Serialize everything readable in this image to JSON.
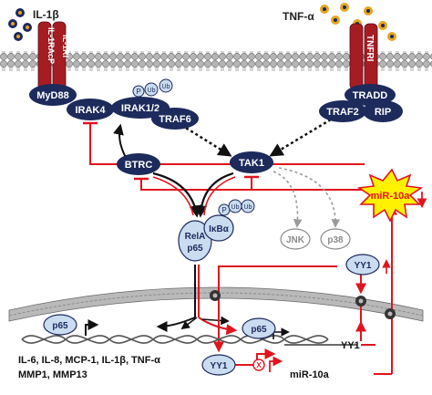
{
  "ligands": {
    "il1b": "IL-1β",
    "tnfa": "TNF-α"
  },
  "receptors": {
    "il1racp": "IL-1RAcP",
    "il1ri": "IL-1RI",
    "tnfri": "TNFRI"
  },
  "nodes": {
    "myd88": "MyD88",
    "irak4": "IRAK4",
    "irak12": "IRAK1/2",
    "traf6": "TRAF6",
    "tradd": "TRADD",
    "traf2": "TRAF2",
    "rip": "RIP",
    "btrc": "BTRC",
    "tak1": "TAK1",
    "mir10a": "miR-10a",
    "rela": "RelA",
    "p65": "p65",
    "ikba": "IκBα",
    "jnk": "JNK",
    "p38": "p38",
    "yy1": "YY1",
    "p_mod": "P",
    "ub_mod": "Ub"
  },
  "nucleus": {
    "p65_left": "p65",
    "p65_right": "p65",
    "yy1_nuc": "YY1",
    "yy1_gene": "YY1",
    "mir_gene": "miR-10a",
    "targets_line1": "IL-6, IL-8, MCP-1, IL-1β, TNF-α",
    "targets_line2": "MMP1, MMP13",
    "block_mark": "X"
  },
  "colors": {
    "node_fill": "#1d2a5c",
    "receptor_fill": "#a61c23",
    "red_arrow": "#e0141e",
    "light_node": "#c9dcf0",
    "mir_star": "#fff200",
    "grey_node": "#8a8a8a",
    "ligand_dot": "#e6a520"
  }
}
